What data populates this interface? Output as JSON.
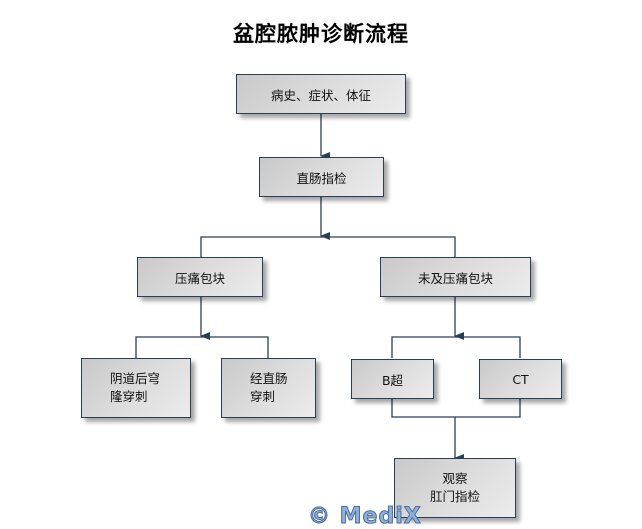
{
  "title": "盆腔脓肿诊断流程",
  "nodes": {
    "history": "病史、症状、体征",
    "rectal_exam": "直肠指检",
    "tender_mass": "压痛包块",
    "no_tender_mass": "未及压痛包块",
    "vaginal_puncture": "阴道后穹\n隆穿刺",
    "rectal_puncture": "经直肠\n穿刺",
    "b_ultrasound": "B超",
    "ct": "CT",
    "observe": "观察\n肛门指检"
  },
  "watermark": "© MediX",
  "colors": {
    "line": "#2a3f56",
    "node_fill": "#d8d8d8"
  }
}
